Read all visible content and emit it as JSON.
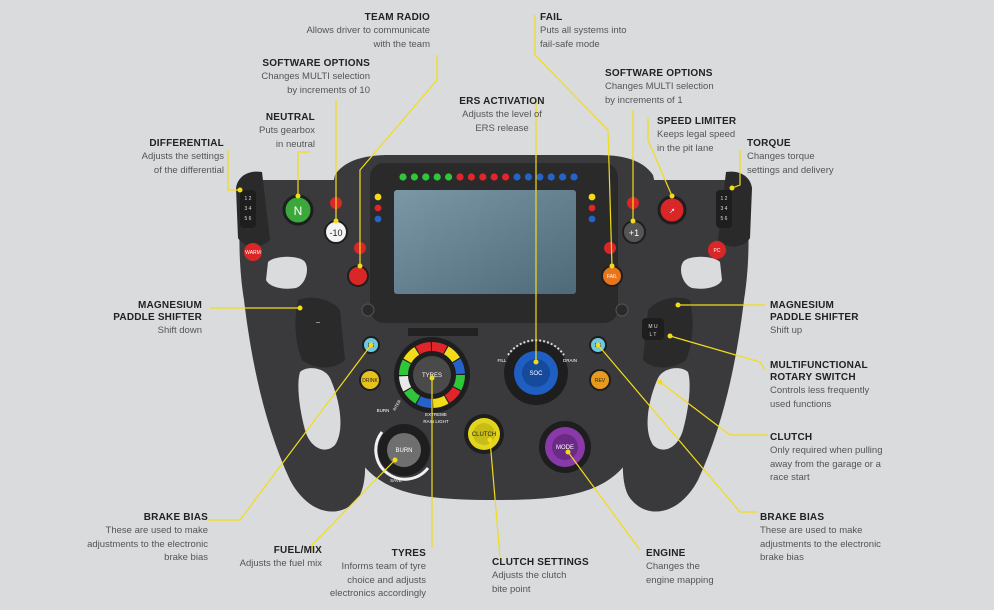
{
  "annotations": {
    "team_radio": {
      "title": "TEAM RADIO",
      "desc": [
        "Allows driver to communicate",
        "with the team"
      ]
    },
    "software_options_left": {
      "title": "SOFTWARE OPTIONS",
      "desc": [
        "Changes MULTI selection",
        "by increments of 10"
      ]
    },
    "neutral": {
      "title": "NEUTRAL",
      "desc": [
        "Puts gearbox",
        "in neutral"
      ]
    },
    "differential": {
      "title": "DIFFERENTIAL",
      "desc": [
        "Adjusts the settings",
        "of the differential"
      ]
    },
    "fail": {
      "title": "FAIL",
      "desc": [
        "Puts all systems into",
        "fail-safe mode"
      ]
    },
    "software_options_right": {
      "title": "SOFTWARE OPTIONS",
      "desc": [
        "Changes MULTI selection",
        "by increments of 1"
      ]
    },
    "ers_activation": {
      "title": "ERS ACTIVATION",
      "desc": [
        "Adjusts the level of",
        "ERS release"
      ]
    },
    "speed_limiter": {
      "title": "SPEED LIMITER",
      "desc": [
        "Keeps legal speed",
        "in the pit lane"
      ]
    },
    "torque": {
      "title": "TORQUE",
      "desc": [
        "Changes torque",
        "settings and delivery"
      ]
    },
    "paddle_left": {
      "title": [
        "MAGNESIUM",
        "PADDLE SHIFTER"
      ],
      "desc": [
        "Shift down"
      ]
    },
    "paddle_right": {
      "title": [
        "MAGNESIUM",
        "PADDLE SHIFTER"
      ],
      "desc": [
        "Shift up"
      ]
    },
    "multi_rotary": {
      "title": [
        "MULTIFUNCTIONAL",
        "ROTARY SWITCH"
      ],
      "desc": [
        "Controls less frequently",
        "used functions"
      ]
    },
    "clutch": {
      "title": "CLUTCH",
      "desc": [
        "Only required when pulling",
        "away from the garage or a",
        "race start"
      ]
    },
    "brake_bias_left": {
      "title": "BRAKE BIAS",
      "desc": [
        "These are used to make",
        "adjustments to the electronic",
        "brake bias"
      ]
    },
    "brake_bias_right": {
      "title": "BRAKE BIAS",
      "desc": [
        "These are used to make",
        "adjustments to the electronic",
        "brake bias"
      ]
    },
    "fuel_mix": {
      "title": "FUEL/MIX",
      "desc": [
        "Adjusts the fuel mix"
      ]
    },
    "tyres": {
      "title": "TYRES",
      "desc": [
        "Informs team of tyre",
        "choice and adjusts",
        "electronics accordingly"
      ]
    },
    "clutch_settings": {
      "title": "CLUTCH SETTINGS",
      "desc": [
        "Adjusts the clutch",
        "bite point"
      ]
    },
    "engine": {
      "title": "ENGINE",
      "desc": [
        "Changes the",
        "engine mapping"
      ]
    }
  },
  "wheel_labels": {
    "neutral": "N",
    "minus10": "-10",
    "plus1": "+1",
    "warm": "WARM",
    "pc": "PC",
    "fail": "FAIL",
    "bb_left": "BB",
    "bb_right": "BB",
    "drink": "DRINK",
    "rev": "REV",
    "tyres": "TYRES",
    "soc": "SOC",
    "fill": "FILL",
    "drain": "DRAIN",
    "clutch": "CLUTCH",
    "mode": "MODE",
    "burn": "BURN",
    "burn_small": "BURN",
    "save": "SAVE",
    "inter": "INTER",
    "extreme": "EXTREME",
    "rain_light": "RAIN LIGHT"
  },
  "colors": {
    "background": "#dadbdc",
    "wheel_body": "#3a3a3c",
    "wheel_dark": "#2a2a2b",
    "accent_yellow": "#f2dc19",
    "neutral_green": "#3aa83a",
    "button_red": "#d92626",
    "soc_blue": "#1f5fc4",
    "mode_purple": "#8a3aa8",
    "clutch_yellow": "#e2d51e",
    "drink_yellow": "#e8c21c",
    "rev_orange": "#e89a1c",
    "bb_cyan": "#6fc7e0",
    "screen": "#5d7a8a"
  },
  "shift_lights": {
    "colors": [
      "#2fc63a",
      "#2fc63a",
      "#2fc63a",
      "#2fc63a",
      "#2fc63a",
      "#e0262b",
      "#e0262b",
      "#e0262b",
      "#e0262b",
      "#e0262b",
      "#2563c9",
      "#2563c9",
      "#2563c9",
      "#2563c9",
      "#2563c9",
      "#2563c9"
    ],
    "side_left": [
      "#f2dc19",
      "#e0262b",
      "#2563c9"
    ],
    "side_right": [
      "#f2dc19",
      "#e0262b",
      "#2563c9"
    ]
  },
  "tyre_ring_colors": [
    "#e0262b",
    "#f2dc19",
    "#2563c9",
    "#2fc63a",
    "#e0262b",
    "#f2dc19",
    "#2563c9",
    "#2fc63a",
    "#e8e8e8",
    "#2fc63a",
    "#f2dc19",
    "#e0262b"
  ]
}
